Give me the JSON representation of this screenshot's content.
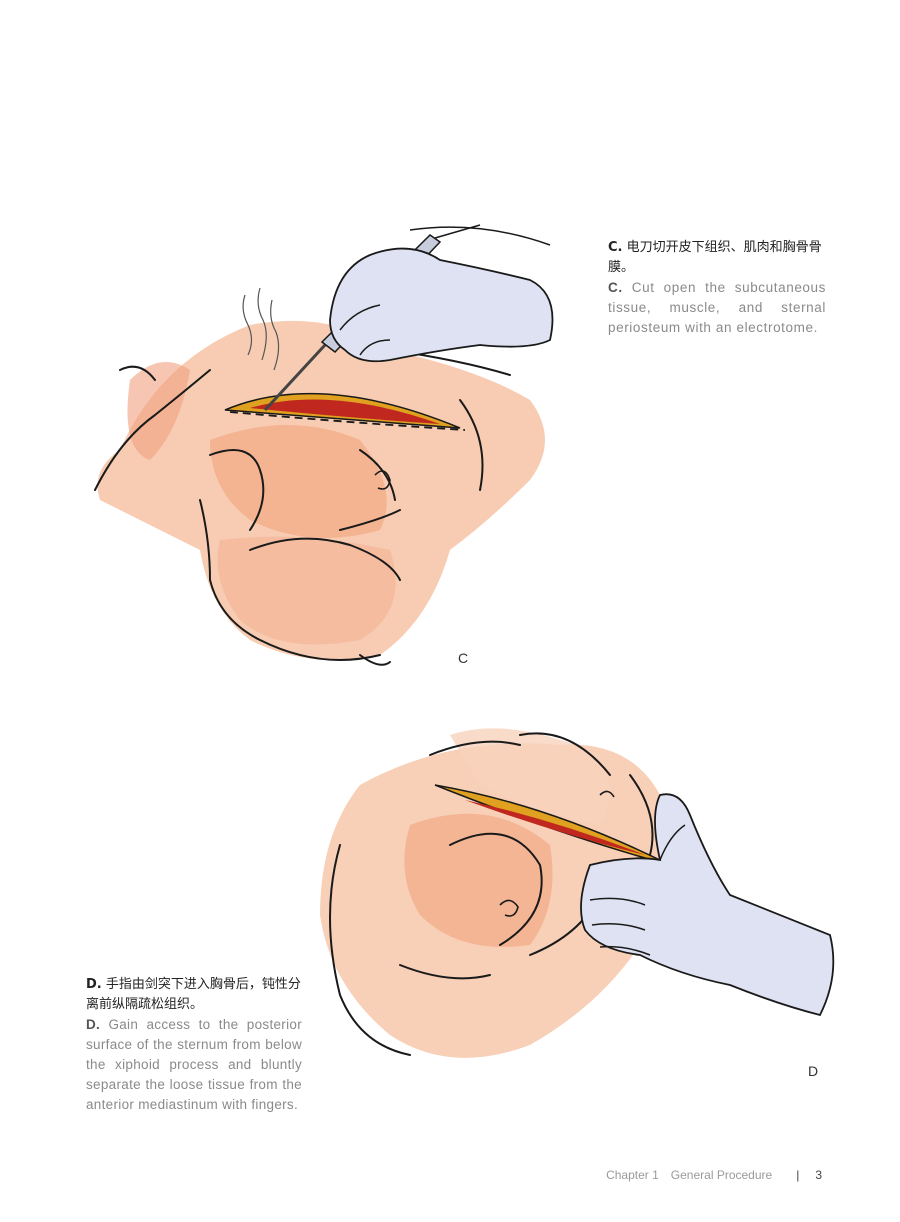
{
  "figures": {
    "c": {
      "letter": "C",
      "caption_zh_label": "C.",
      "caption_zh": "电刀切开皮下组织、肌肉和胸骨骨膜。",
      "caption_en_label": "C.",
      "caption_en": "Cut open the subcutaneous tissue, muscle, and sternal periosteum with an electrotome."
    },
    "d": {
      "letter": "D",
      "caption_zh_label": "D.",
      "caption_zh": "手指由剑突下进入胸骨后，钝性分离前纵隔疏松组织。",
      "caption_en_label": "D.",
      "caption_en": "Gain access to the posterior surface of the sternum from below the xiphoid process and bluntly separate the loose tissue from the anterior mediastinum with fingers."
    }
  },
  "footer": {
    "chapter": "Chapter 1",
    "section": "General Procedure",
    "separator": "|",
    "page_number": "3"
  },
  "colors": {
    "skin": "#f2b08e",
    "skin_light": "#f8d2bc",
    "incision_red": "#c0281f",
    "incision_yellow": "#e0a020",
    "glove": "#d9dcef",
    "ink": "#1a1a1a"
  }
}
